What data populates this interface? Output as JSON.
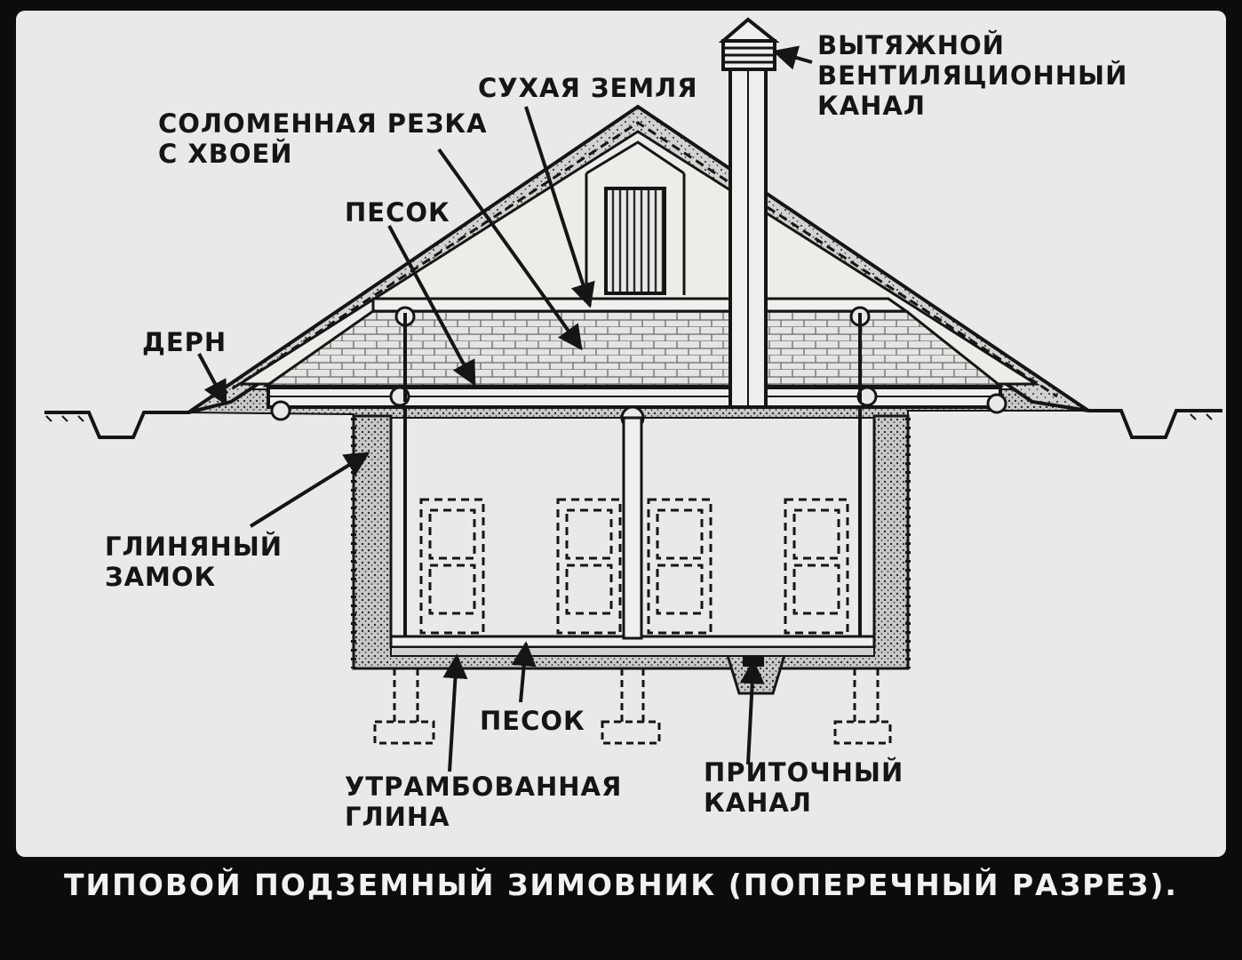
{
  "labels": {
    "exhaust_line1": "ВЫТЯЖНОЙ",
    "exhaust_line2": "ВЕНТИЛЯЦИОННЫЙ",
    "exhaust_line3": "КАНАЛ",
    "dry_earth": "СУХАЯ ЗЕМЛЯ",
    "straw_line1": "СОЛОМЕННАЯ РЕЗКА",
    "straw_line2": "С ХВОЕЙ",
    "sand_top": "ПЕСОК",
    "turf": "ДЕРН",
    "clay_lock_line1": "ГЛИНЯНЫЙ",
    "clay_lock_line2": "ЗАМОК",
    "sand_bottom": "ПЕСОК",
    "rammed_clay_line1": "УТРАМБОВАННАЯ",
    "rammed_clay_line2": "ГЛИНА",
    "supply_line1": "ПРИТОЧНЫЙ",
    "supply_line2": "КАНАЛ"
  },
  "caption": "ТИПОВОЙ ПОДЗЕМНЫЙ ЗИМОВНИК (ПОПЕРЕЧНЫЙ РАЗРЕЗ).",
  "colors": {
    "ink": "#151515",
    "paper": "#e9e9e7",
    "frame": "#0c0c0c",
    "caption_text": "#f1f1f1"
  }
}
